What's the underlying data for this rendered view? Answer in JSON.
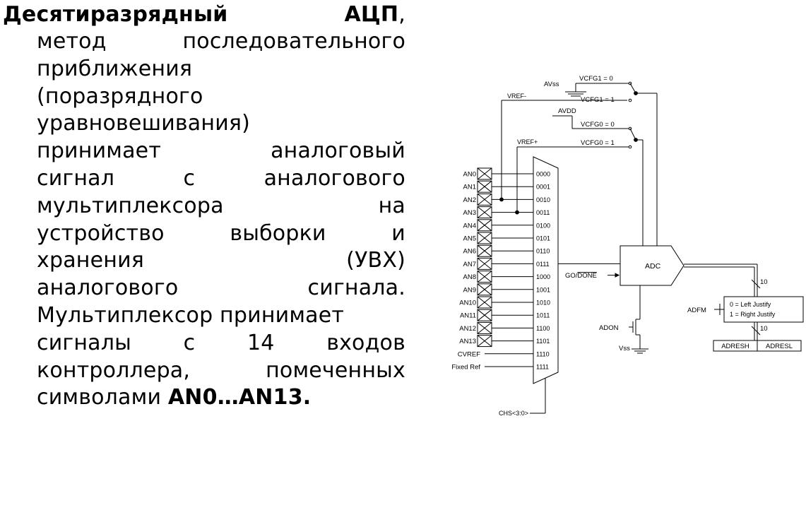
{
  "text": {
    "heading_bold": "Десятиразрядный АЦП",
    "heading_rest": ",",
    "lines": [
      "метод последовательного",
      "приближения",
      "(поразрядного",
      "уравновешивания)",
      "принимает аналоговый",
      "сигнал с аналогового",
      "мультиплексора на",
      "устройство выборки и",
      "хранения (УВХ)",
      "аналогового сигнала.",
      "Мультиплексор принимает",
      "сигналы с 14 входов",
      "контроллера, помеченных"
    ],
    "last_line_plain": "символами ",
    "last_line_bold": "AN0…AN13."
  },
  "diagram": {
    "inputs": [
      "AN0",
      "AN1",
      "AN2",
      "AN3",
      "AN4",
      "AN5",
      "AN6",
      "AN7",
      "AN8",
      "AN9",
      "AN10",
      "AN11",
      "AN12",
      "AN13"
    ],
    "extra_inputs": [
      "CVREF",
      "Fixed Ref"
    ],
    "codes": [
      "0000",
      "0001",
      "0010",
      "0011",
      "0100",
      "0101",
      "0110",
      "0111",
      "1000",
      "1001",
      "1010",
      "1011",
      "1100",
      "1101",
      "1110",
      "1111"
    ],
    "vcfg1_0": "VCFG1 = 0",
    "vcfg1_1": "VCFG1 = 1",
    "vcfg0_0": "VCFG0 = 0",
    "vcfg0_1": "VCFG0 = 1",
    "avss": "AVss",
    "avdd": "AVDD",
    "vref_minus": "VREF-",
    "vref_plus": "VREF+",
    "adc": "ADC",
    "go_done_prefix": "GO/",
    "go_done_overline": "DONE",
    "adon": "ADON",
    "vss": "Vss",
    "chs": "CHS<3:0>",
    "bits_top": "10",
    "bits_bottom": "10",
    "adfm": "ADFM",
    "left_justify": "0 = Left Justify",
    "right_justify": "1 = Right Justify",
    "adresh": "ADRESH",
    "adresl": "ADRESL"
  }
}
